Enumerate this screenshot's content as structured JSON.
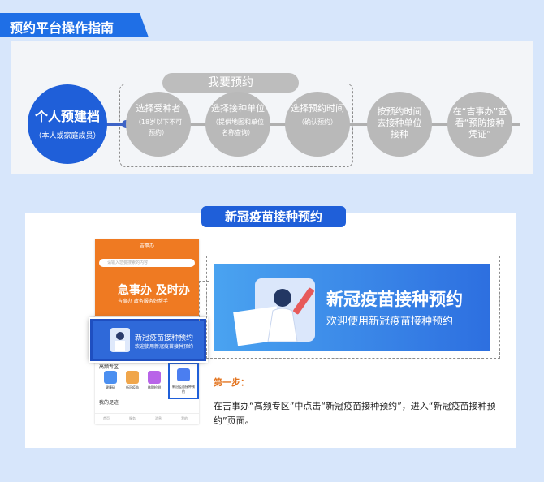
{
  "header": {
    "title": "预约平台操作指南"
  },
  "flow": {
    "group_label": "我要预约",
    "start": {
      "title": "个人预建档",
      "sub": "（本人或家庭成员）"
    },
    "steps": [
      {
        "title": "选择受种者",
        "sub": "（18岁以下不可预约）"
      },
      {
        "title": "选择接种单位",
        "sub": "（提供地图和单位名称查询）"
      },
      {
        "title": "选择预约时间",
        "sub": "（确认预约）"
      },
      {
        "title": "按预约时间去接种单位接种",
        "sub": ""
      },
      {
        "title": "在“吉事办”查看“预防接种凭证”",
        "sub": ""
      }
    ]
  },
  "section": {
    "title": "新冠疫苗接种预约"
  },
  "phone": {
    "app_title": "吉事办",
    "search_placeholder": "请输入您要搜索的内容",
    "slogan": "急事办 及时办",
    "slogan_sub": "吉事办 政务服务好帮手",
    "banner_title": "新冠疫苗接种预约",
    "banner_sub": "欢迎使用新冠疫苗接种预约",
    "grid_title": "高频专区",
    "icons": [
      "健康码",
      "新冠疫苗",
      "核酸检测",
      "新冠疫苗接种预约"
    ],
    "recent": "我的足迹",
    "nav": [
      "首页",
      "服务",
      "消息",
      "我的"
    ]
  },
  "banner": {
    "title": "新冠疫苗接种预约",
    "subtitle": "欢迎使用新冠疫苗接种预约"
  },
  "step": {
    "label": "第一步：",
    "description": "在吉事办“高频专区”中点击“新冠疫苗接种预约”，进入“新冠疫苗接种预约”页面。"
  },
  "colors": {
    "primary": "#1f5fd9",
    "accent": "#e3741f",
    "gray": "#b9b9b9"
  }
}
